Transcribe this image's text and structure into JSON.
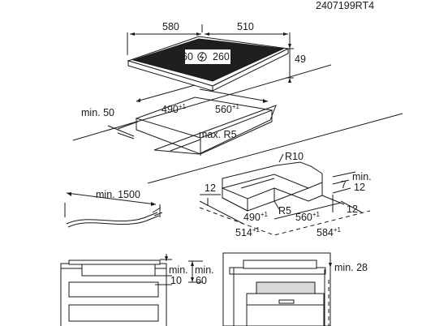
{
  "ref_code": "2407199RT4",
  "hob": {
    "width": "580",
    "depth": "510",
    "height": "49",
    "cable_left": "60",
    "cable_right": "260"
  },
  "cutout": {
    "min_side": "min. 50",
    "width": "490",
    "width_tol": "+1",
    "depth": "560",
    "depth_tol": "+1",
    "radius": "max. R5"
  },
  "cable": {
    "length": "min. 1500"
  },
  "frame": {
    "radius_top": "R10",
    "radius_inner": "R5",
    "min_label": "min.",
    "min_value": "12",
    "offset_a": "12",
    "height": "7",
    "offset_b": "12",
    "inner_width": "490",
    "inner_width_tol": "+1",
    "inner_depth": "560",
    "inner_depth_tol": "+1",
    "outer_width": "514",
    "outer_width_tol": "+1",
    "outer_depth": "584",
    "outer_depth_tol": "+1"
  },
  "installation": {
    "left_min_a_label": "min.",
    "left_min_a_value": "10",
    "left_min_b_label": "min.",
    "left_min_b_value": "60",
    "right_min": "min. 28"
  }
}
